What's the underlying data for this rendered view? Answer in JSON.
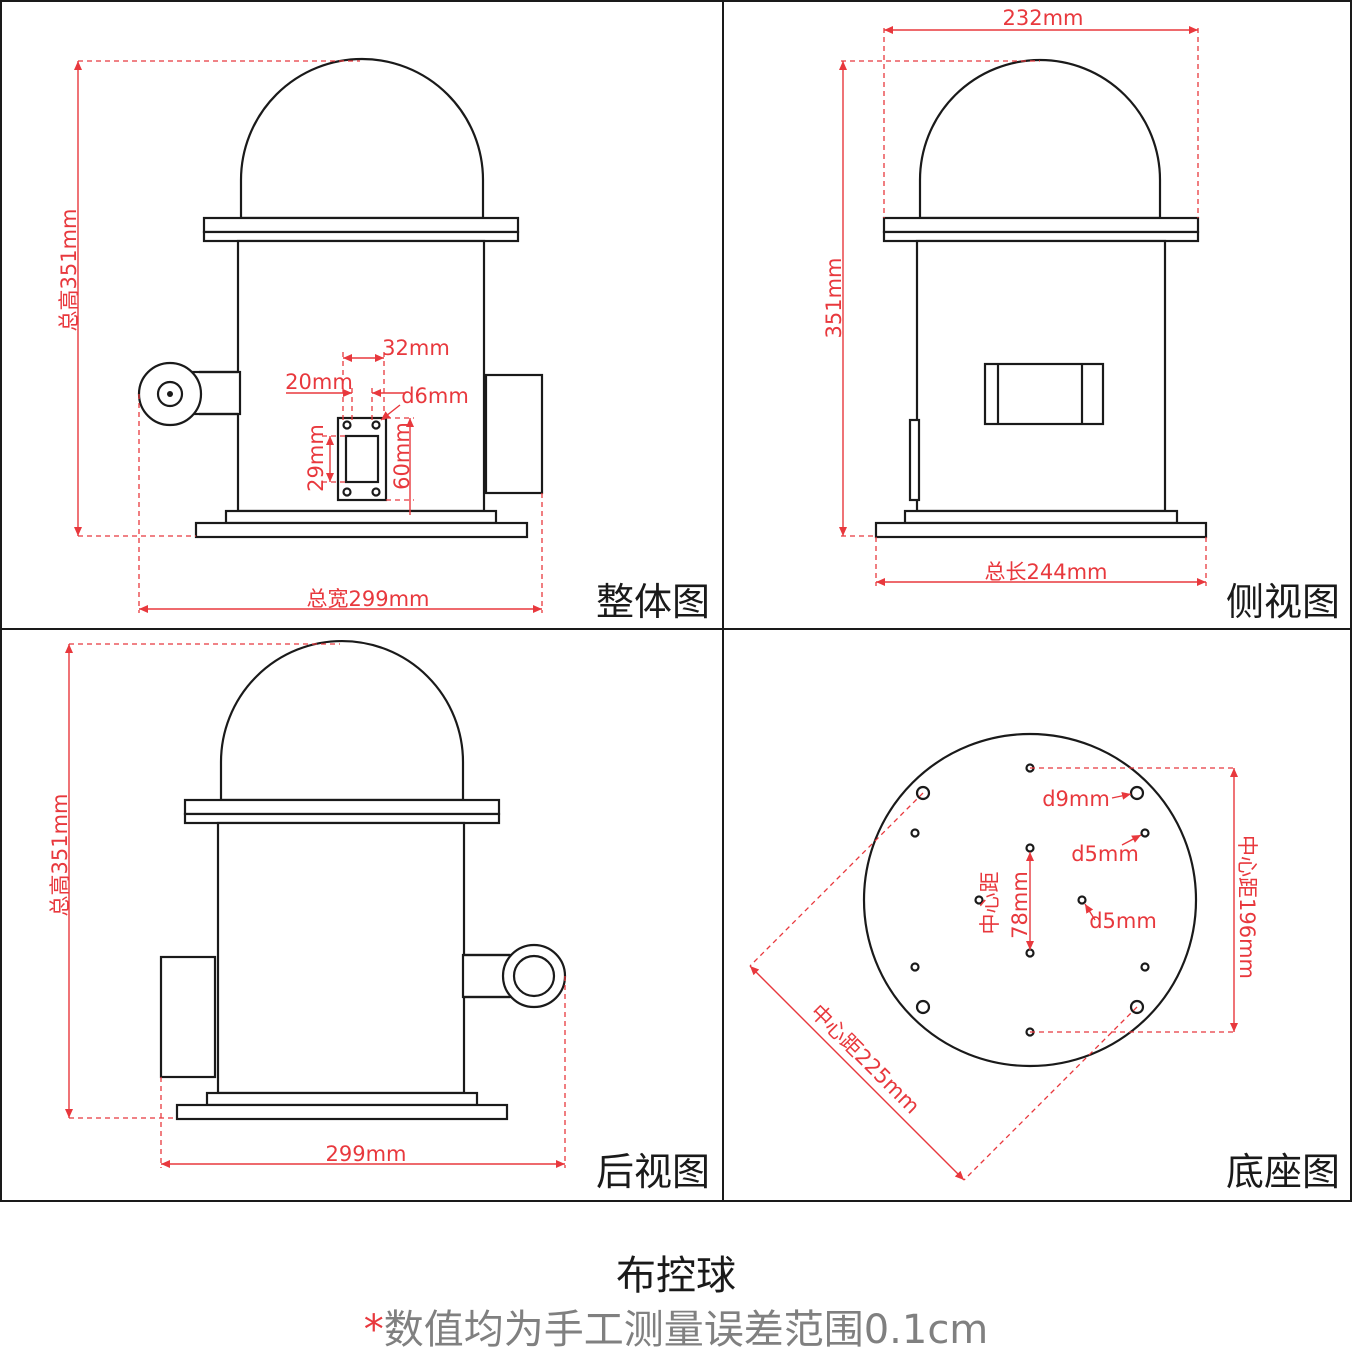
{
  "panels": {
    "overall": {
      "title": "整体图",
      "height_label": "总高351mm",
      "width_label": "总宽299mm",
      "d32": "32mm",
      "d20": "20mm",
      "d6": "d6mm",
      "d29": "29mm",
      "d60": "60mm"
    },
    "side": {
      "title": "侧视图",
      "top_label": "232mm",
      "height_label": "351mm",
      "length_label": "总长244mm"
    },
    "back": {
      "title": "后视图",
      "height_label": "总高351mm",
      "width_label": "299mm"
    },
    "base": {
      "title": "底座图",
      "d9": "d9mm",
      "d5a": "d5mm",
      "d5b": "d5mm",
      "center78_a": "中心距",
      "center78_b": "78mm",
      "center196": "中心距196mm",
      "center225": "中心距225mm"
    }
  },
  "footer": {
    "title": "布控球",
    "note_star": "*",
    "note": "数值均为手工测量误差范围0.1cm"
  },
  "colors": {
    "dimension": "#e8383d",
    "outline": "#1a1a1a",
    "note": "#808080"
  }
}
